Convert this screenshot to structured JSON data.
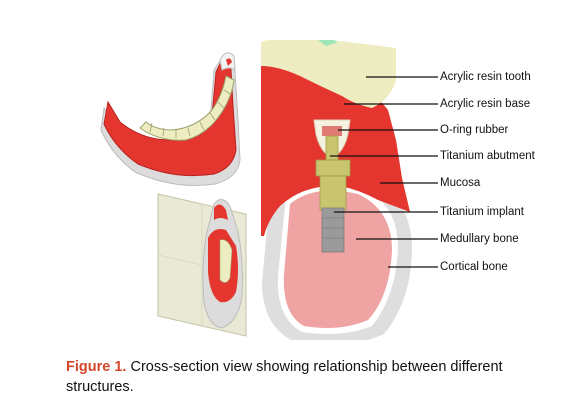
{
  "colors": {
    "accent": "#d2462a",
    "resin_red": "#e4352e",
    "resin_tooth": "#eeedc1",
    "gum_pink": "#f0a3a3",
    "bone_outline": "#dedede",
    "abutment_gold": "#c9c56e",
    "implant_gray": "#9a9a9a"
  },
  "labels": [
    {
      "id": "acrylic-resin-tooth",
      "text": "Acrylic resin tooth"
    },
    {
      "id": "acrylic-resin-base",
      "text": "Acrylic resin base"
    },
    {
      "id": "o-ring-rubber",
      "text": "O-ring rubber"
    },
    {
      "id": "titanium-abutment",
      "text": "Titanium abutment"
    },
    {
      "id": "mucosa",
      "text": "Mucosa"
    },
    {
      "id": "titanium-implant",
      "text": "Titanium implant"
    },
    {
      "id": "medullary-bone",
      "text": "Medullary bone"
    },
    {
      "id": "cortical-bone",
      "text": "Cortical bone"
    }
  ],
  "caption": {
    "figure_label": "Figure 1.",
    "text": " Cross-section view showing relationship between different structures."
  }
}
